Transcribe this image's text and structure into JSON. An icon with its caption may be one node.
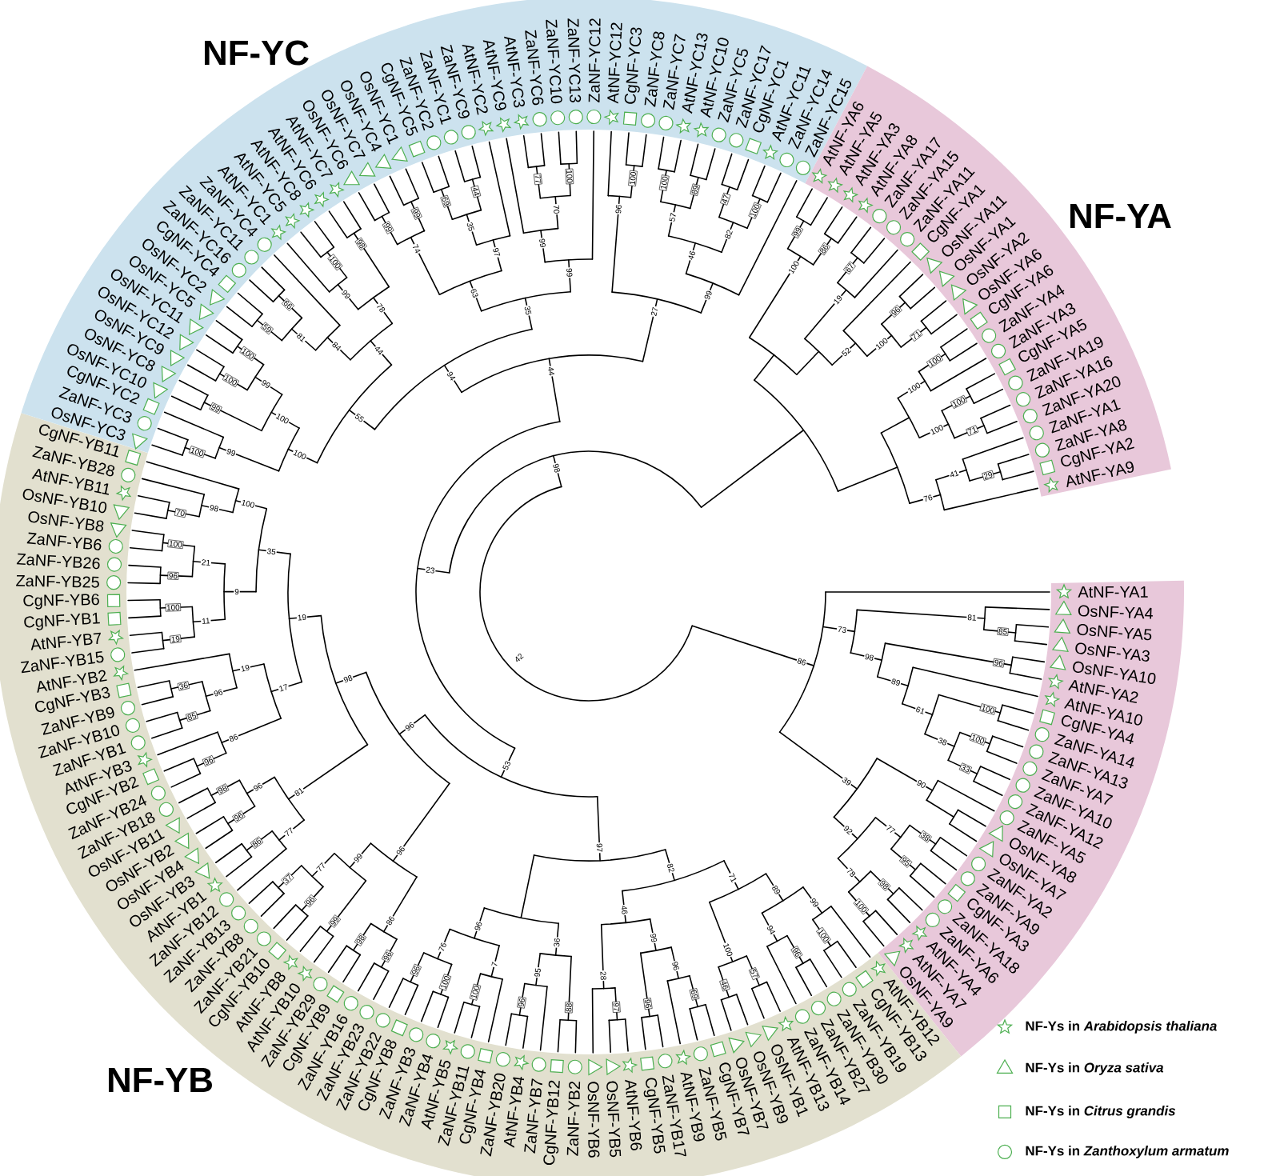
{
  "diagram": {
    "labels": [
      "NF-YC",
      "NF-YA",
      "NF-YB",
      "AtNF-YA1",
      "OsNF-YA4",
      "OsNF-YA5",
      "OsNF-YA3",
      "OsNF-YA10",
      "AtNF-YA2",
      "AtNF-YA10",
      "CgNF-YA4",
      "ZaNF-YA14",
      "ZaNF-YA13",
      "ZaNF-YA7",
      "ZaNF-YA10",
      "ZaNF-YA12",
      "ZaNF-YA5",
      "OsNF-YA8",
      "OsNF-YA7",
      "ZaNF-YA2",
      "ZaNF-YA9",
      "CgNF-YA3",
      "ZaNF-YA18",
      "ZaNF-YA6",
      "AtNF-YA4",
      "AtNF-YA7",
      "OsNF-YA9",
      "CgNF-YB11",
      "ZaNF-YB28",
      "AtNF-YB11",
      "OsNF-YB10",
      "OsNF-YB8",
      "ZaNF-YB6",
      "ZaNF-YB26",
      "ZaNF-YB25",
      "CgNF-YB6",
      "CgNF-YB1",
      "AtNF-YB7",
      "ZaNF-YB15",
      "AtNF-YB2",
      "CgNF-YB3",
      "ZaNF-YB9",
      "ZaNF-YB10",
      "ZaNF-YB1",
      "AtNF-YB3",
      "CgNF-YB2",
      "ZaNF-YB24",
      "ZaNF-YB18",
      "OsNF-YB11",
      "OsNF-YB2",
      "OsNF-YB4",
      "OsNF-YB3",
      "AtNF-YB1",
      "ZaNF-YB12",
      "ZaNF-YB13",
      "ZaNF-YB8",
      "ZaNF-YB21",
      "CgNF-YB10",
      "AtNF-YB8",
      "AtNF-YB10",
      "ZaNF-YB29",
      "CgNF-YB9",
      "ZaNF-YB16",
      "ZaNF-YB23",
      "ZaNF-YB22",
      "CgNF-YB8",
      "ZaNF-YB3",
      "ZaNF-YB4",
      "AtNF-YB5",
      "ZaNF-YB11",
      "CgNF-YB4",
      "ZaNF-YB20",
      "AtNF-YB4",
      "ZaNF-YB7",
      "CgNF-YB12",
      "ZaNF-YB2",
      "OsNF-YB6",
      "OsNF-YB5",
      "AtNF-YB6",
      "CgNF-YB5",
      "ZaNF-YB17",
      "AtNF-YB9",
      "ZaNF-YB5",
      "CgNF-YB7",
      "OsNF-YB7",
      "OsNF-YB9",
      "OsNF-YB1",
      "AtNF-YB13",
      "ZaNF-YB14",
      "ZaNF-YB27",
      "ZaNF-YB30",
      "ZaNF-YB19",
      "CgNF-YB13",
      "AtNF-YB12",
      "OsNF-YC3",
      "ZaNF-YC3",
      "CgNF-YC2",
      "OsNF-YC10",
      "OsNF-YC8",
      "OsNF-YC9",
      "OsNF-YC12",
      "OsNF-YC11",
      "OsNF-YC5",
      "OsNF-YC2",
      "CgNF-YC4",
      "ZaNF-YC16",
      "ZaNF-YC11",
      "ZaNF-YC4",
      "AtNF-YC1",
      "AtNF-YC5",
      "AtNF-YC8",
      "AtNF-YC6",
      "AtNF-YC7",
      "OsNF-YC6",
      "OsNF-YC7",
      "OsNF-YC4",
      "OsNF-YC1",
      "CgNF-YC5",
      "ZaNF-YC2",
      "ZaNF-YC1",
      "ZaNF-YC9",
      "AtNF-YC2",
      "AtNF-YC9",
      "AtNF-YC3",
      "ZaNF-YC6",
      "ZaNF-YC10",
      "ZaNF-YC13",
      "ZaNF-YC12",
      "AtNF-YC12",
      "CgNF-YC3",
      "ZaNF-YC8",
      "ZaNF-YC7",
      "AtNF-YC13",
      "AtNF-YC10",
      "ZaNF-YC5",
      "ZaNF-YC17",
      "CgNF-YC1",
      "AtNF-YC11",
      "ZaNF-YC14",
      "ZaNF-YC15",
      "AtNF-YA6",
      "AtNF-YA5",
      "AtNF-YA3",
      "AtNF-YA8",
      "ZaNF-YA17",
      "ZaNF-YA15",
      "ZaNF-YA11",
      "CgNF-YA1",
      "OsNF-YA11",
      "OsNF-YA1",
      "OsNF-YA2",
      "OsNF-YA6",
      "CgNF-YA6",
      "ZaNF-YA4",
      "ZaNF-YA3",
      "CgNF-YA5",
      "ZaNF-YA19",
      "ZaNF-YA16",
      "ZaNF-YA20",
      "ZaNF-YA1",
      "ZaNF-YA8",
      "CgNF-YA2",
      "AtNF-YA9",
      "85",
      "81",
      "96",
      "100",
      "100",
      "33",
      "38",
      "61",
      "89",
      "98",
      "73",
      "90",
      "38",
      "95",
      "77",
      "98",
      "100",
      "78",
      "92",
      "39",
      "86",
      "100",
      "99",
      "96",
      "94",
      "89",
      "57",
      "46",
      "100",
      "71",
      "69",
      "96",
      "96",
      "99",
      "97",
      "28",
      "46",
      "82",
      "88",
      "96",
      "95",
      "36",
      "100",
      "7",
      "100",
      "96",
      "76",
      "96",
      "97",
      "96",
      "98",
      "99",
      "86",
      "96",
      "37",
      "77",
      "99",
      "96",
      "86",
      "77",
      "96",
      "98",
      "96",
      "81",
      "96",
      "86",
      "85",
      "36",
      "96",
      "19",
      "17",
      "19",
      "100",
      "11",
      "96",
      "100",
      "21",
      "9",
      "70",
      "98",
      "100",
      "35",
      "19",
      "98",
      "96",
      "53",
      "100",
      "99",
      "99",
      "100",
      "100",
      "99",
      "100",
      "100",
      "59",
      "66",
      "81",
      "84",
      "100",
      "99",
      "98",
      "78",
      "44",
      "55",
      "99",
      "99",
      "74",
      "69",
      "44",
      "35",
      "97",
      "63",
      "77",
      "100",
      "70",
      "99",
      "99",
      "35",
      "94",
      "100",
      "96",
      "100",
      "89",
      "57",
      "47",
      "100",
      "82",
      "46",
      "99",
      "27",
      "44",
      "23",
      "99",
      "86",
      "100",
      "67",
      "19",
      "96",
      "71",
      "100",
      "52",
      "100",
      "100",
      "100",
      "71",
      "100",
      "41",
      "29",
      "76",
      "98",
      "42"
    ],
    "legend": [
      {
        "text": "NF-Ys in *Arabidopsis thaliana*"
      },
      {
        "text": "NF-Ys in *Oryza sativa*"
      },
      {
        "text": "NF-Ys in *Citrus grandis*"
      },
      {
        "text": "NF-Ys in *Zanthoxylum armatum*"
      }
    ]
  }
}
